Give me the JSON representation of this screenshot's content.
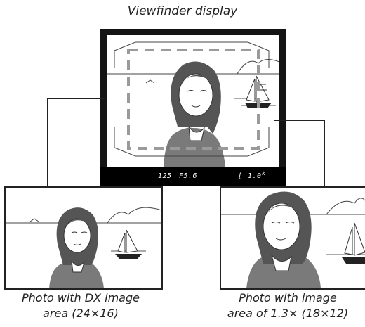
{
  "header": {
    "title": "Viewfinder display"
  },
  "viewfinder": {
    "shutter": "125",
    "aperture": "F5.6",
    "frame_count_bracket": "[",
    "frame_count": "1.0",
    "frame_count_suffix": "k"
  },
  "photos": {
    "left": {
      "caption_line1": "Photo with DX image",
      "caption_line2": "area (24×16)"
    },
    "right": {
      "caption_line1": "Photo with image",
      "caption_line2": "area of 1.3× (18×12)"
    }
  },
  "colors": {
    "frame": "#141414",
    "crop_marker": "#9a9a9a",
    "line_art": "#333333"
  }
}
